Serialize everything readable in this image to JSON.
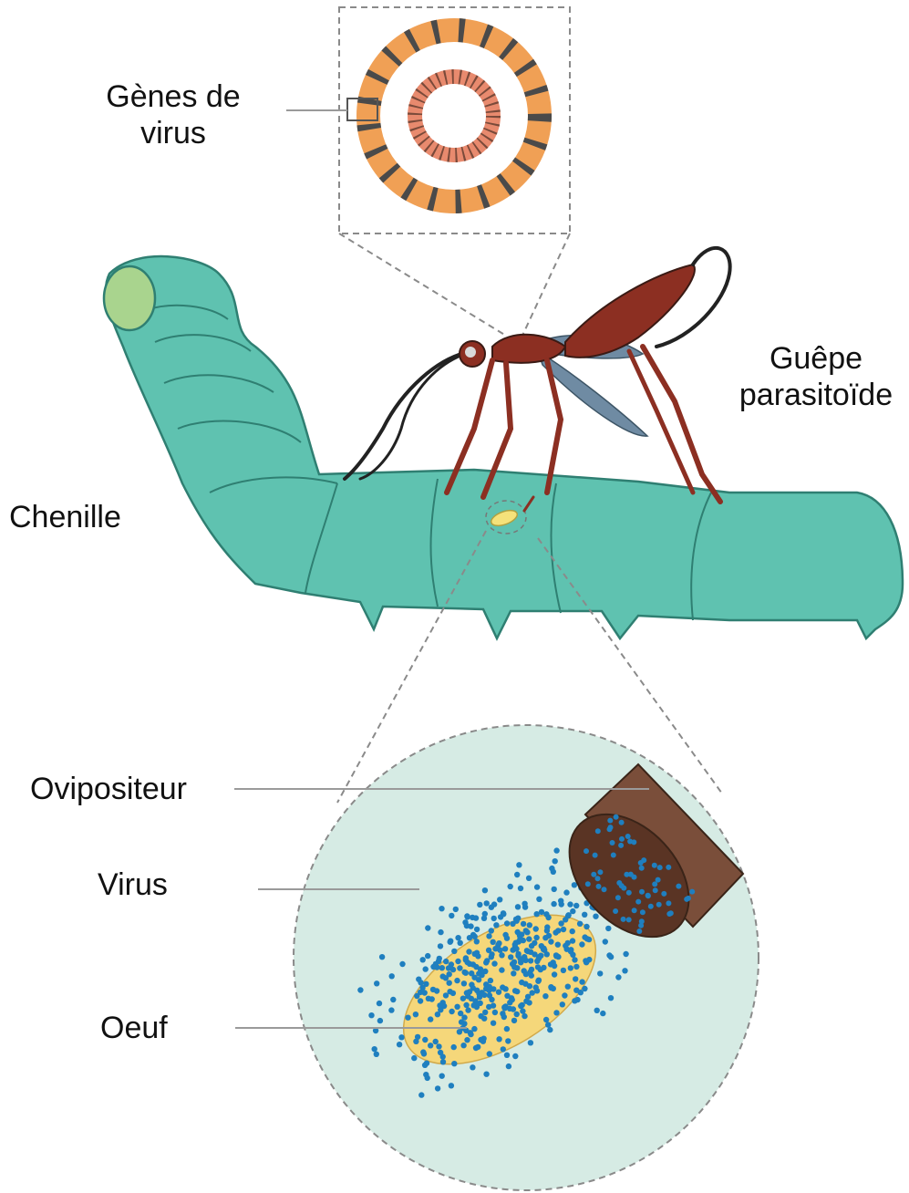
{
  "labels": {
    "virus_genes": [
      "Gènes de",
      "virus"
    ],
    "wasp": [
      "Guêpe",
      "parasitoïde"
    ],
    "caterpillar": "Chenille",
    "ovipositor": "Ovipositeur",
    "virus": "Virus",
    "egg": "Oeuf"
  },
  "icons": [
    "virus-genome-rings-icon",
    "caterpillar-icon",
    "parasitoid-wasp-icon",
    "egg-icon",
    "ovipositor-icon",
    "virus-particle-icon"
  ],
  "colors": {
    "caterpillar": "#5fc2b0",
    "caterpillar_outline": "#2f7f72",
    "caterpillar_head": "#a9d48e",
    "wasp_body": "#8c2f22",
    "wasp_wing": "#6f8ba3",
    "ring_outer": "#f0a055",
    "ring_inner": "#e88a6e",
    "gene_band": "#4a4a4a",
    "zoom_background": "#d6ebe4",
    "egg": "#f5d77a",
    "virus_particle": "#1f7fbf",
    "ovipositor": "#7a4e3a"
  }
}
